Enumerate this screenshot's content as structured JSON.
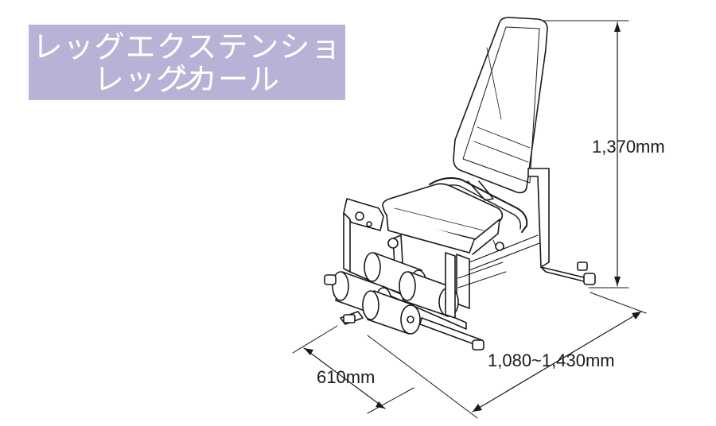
{
  "title": {
    "line1": "レッグエクステンション",
    "line2": "レッグカール"
  },
  "dimensions": {
    "height": "1,370mm",
    "length": "1,080~1,430mm",
    "width": "610mm"
  },
  "colors": {
    "title_bg": "#b9b2d6",
    "title_text": "#ffffff",
    "line": "#1a1a1a"
  }
}
